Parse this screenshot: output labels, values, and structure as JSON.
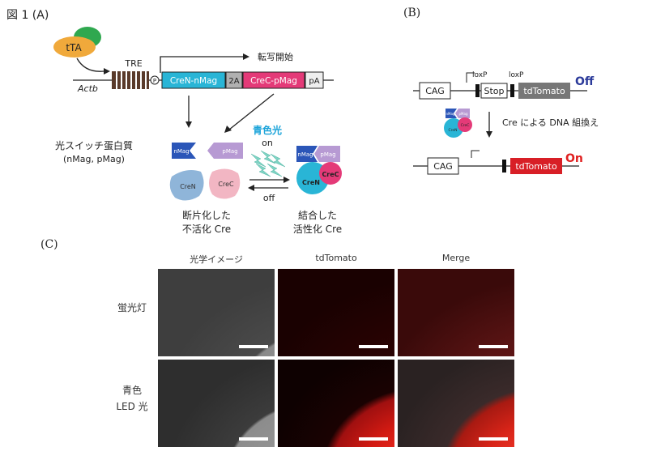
{
  "panel_a": {
    "header": "図 1 (A)",
    "tta": "tTA",
    "tre": "TRE",
    "p": "P",
    "actb": "Actb",
    "cren_nmag": "CreN-nMag",
    "two_a": "2A",
    "crec_pmag": "CreC-pMag",
    "pa": "pA",
    "transcription_start": "転写開始",
    "photoswitch_title": "光スイッチ蛋白質",
    "photoswitch_sub": "(nMag, pMag)",
    "nmag": "nMag",
    "pmag": "pMag",
    "cren": "CreN",
    "crec": "CreC",
    "blue_light": "青色光",
    "on": "on",
    "off": "off",
    "fragment_line1": "断片化した",
    "fragment_line2": "不活化 Cre",
    "combined_line1": "結合した",
    "combined_line2": "活性化 Cre"
  },
  "panel_b": {
    "header": "(B)",
    "cag": "CAG",
    "loxp1": "loxP",
    "loxp2": "loxP",
    "stop": "Stop",
    "tdtomato": "tdTomato",
    "off_label": "Off",
    "recomb_text": "Cre による DNA 組換え",
    "cag2": "CAG",
    "tdtomato2": "tdTomato",
    "on_label": "On",
    "mini_nmag": "nMag",
    "mini_pmag": "pMag",
    "mini_cren": "CreN",
    "mini_crec": "CreC"
  },
  "panel_c": {
    "header": "(C)",
    "columns": [
      "光学イメージ",
      "tdTomato",
      "Merge"
    ],
    "rows": [
      {
        "label_line1": "蛍光灯",
        "label_line2": ""
      },
      {
        "label_line1": "青色",
        "label_line2": "LED 光"
      }
    ]
  },
  "colors": {
    "cren_box": "#29b5d6",
    "crec_box": "#e43a78",
    "nmag_blue": "#2b56b8",
    "pmag_lilac": "#b79ad3",
    "cren_light": "#8fb5d9",
    "crec_light": "#f2b6c3",
    "blue_light_text": "#1aa3d9",
    "off_blue": "#2b3a9a",
    "on_red": "#e02020",
    "tdtomato_red": "#d81f26",
    "tdtomato_gray": "#777777",
    "tta_orange": "#f0a93b",
    "tta_green": "#2fa84f",
    "lightning": "#7fd4c4"
  }
}
